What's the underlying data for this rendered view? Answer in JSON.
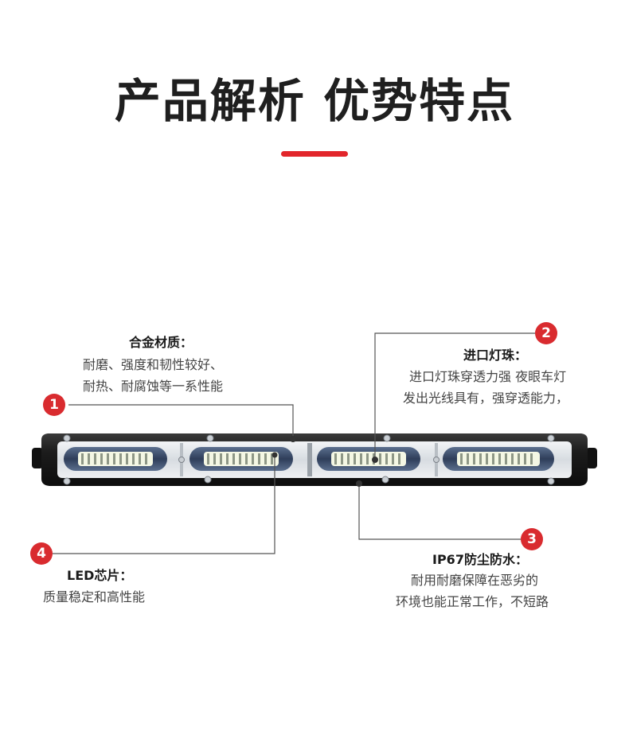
{
  "header": {
    "title": "产品解析 优势特点"
  },
  "colors": {
    "accent": "#d92b2f",
    "title": "#1f1f1f",
    "text": "#444444",
    "housing": "#1b1b1b",
    "lens": "#d9dee3",
    "led": "#f4f7e4"
  },
  "product": {
    "icon": "led-light-bar"
  },
  "callouts": [
    {
      "number": "1",
      "title": "合金材质：",
      "lines": [
        "耐磨、强度和韧性较好、",
        "耐热、耐腐蚀等一系性能"
      ]
    },
    {
      "number": "2",
      "title": "进口灯珠：",
      "lines": [
        "进口灯珠穿透力强 夜眼车灯",
        "发出光线具有，强穿透能力，"
      ]
    },
    {
      "number": "3",
      "title": "IP67防尘防水：",
      "lines": [
        "耐用耐磨保障在恶劣的",
        "环境也能正常工作，不短路"
      ]
    },
    {
      "number": "4",
      "title": "LED芯片：",
      "lines": [
        "质量稳定和高性能"
      ]
    }
  ]
}
